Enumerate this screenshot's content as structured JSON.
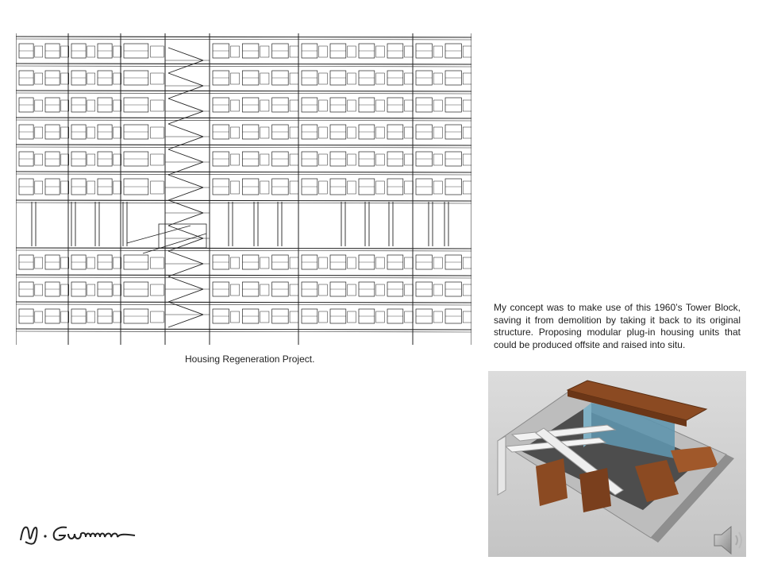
{
  "slide": {
    "caption": "Housing Regeneration Project.",
    "concept_text": "My concept was to make use of this 1960’s Tower Block, saving it from demolition by taking it back to its original structure. Proposing modular plug-in housing units that could be produced offsite and raised into situ.",
    "signature_text": "M.Gunn"
  },
  "colors": {
    "wood": "#8b4a22",
    "glass": "#5f95ad",
    "render_bg": "#cfcfcf",
    "line": "#222222"
  },
  "icons": {
    "speaker": "speaker-icon"
  }
}
